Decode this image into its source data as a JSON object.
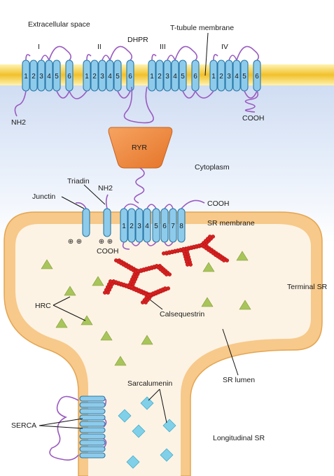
{
  "labels": {
    "extracellular": "Extracellular space",
    "ttubule": "T-tubule membrane",
    "dhpr": "DHPR",
    "domains": [
      "I",
      "II",
      "III",
      "IV"
    ],
    "nh2_dhpr": "NH2",
    "cooh_dhpr": "COOH",
    "ryr": "RYR",
    "cytoplasm": "Cytoplasm",
    "triadin": "Triadin",
    "nh2_triadin": "NH2",
    "junctin": "Junctin",
    "cooh_ryr": "COOH",
    "sr_membrane": "SR membrane",
    "cooh_junctin": "COOH",
    "terminal_sr": "Terminal SR",
    "hrc": "HRC",
    "calsequestrin": "Calsequestrin",
    "sr_lumen": "SR lumen",
    "sarcalumenin": "Sarcalumenin",
    "serca": "SERCA",
    "longitudinal_sr": "Longitudinal SR"
  },
  "helix_numbers": {
    "dhpr_domain": [
      "1",
      "2",
      "3",
      "4",
      "5",
      "6"
    ],
    "ryr_segments": [
      "1",
      "2",
      "3",
      "4",
      "5",
      "6",
      "7",
      "8"
    ]
  },
  "charge_symbol": "⊕",
  "colors": {
    "membrane": "#f4c23c",
    "helix": "#8ecbeb",
    "loop": "#9a5bc0",
    "ryr": "#ef8a3c",
    "sr_wall": "#f7c98a",
    "sr_lumen": "#fdf3e4",
    "calsequestrin": "#d92020",
    "hrc": "#a8c55a",
    "sarcalumenin": "#7fd0e8",
    "cytoplasm": "#dfe9f7"
  }
}
